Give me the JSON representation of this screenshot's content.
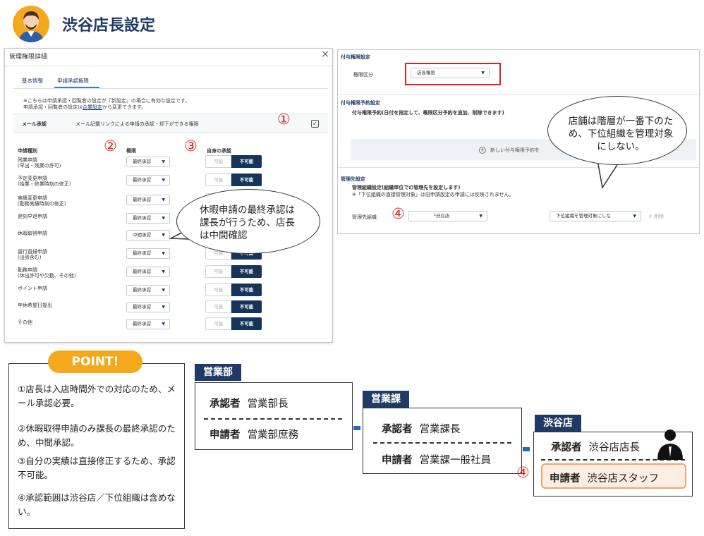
{
  "header": {
    "title": "渋谷店長設定"
  },
  "dialog": {
    "title": "管理権限詳細",
    "close": "×",
    "tabs": [
      "基本情報",
      "申請承認権限"
    ],
    "note_line1": "※こちらは申請承認・回覧者の設定が「新設定」の場合に有効な設定です。",
    "note_line2_a": "申請承認・回覧者の設定は",
    "note_line2_link": "企業設定",
    "note_line2_b": "から変更できます。",
    "mail_label": "メール承認",
    "mail_desc": "メール記載リンクによる申請の承認・却下ができる権限",
    "mail_check": "✓",
    "col_type": "申請種別",
    "col_authority": "権限",
    "col_self": "自身の承認",
    "seg_off": "可能",
    "seg_on": "不可能",
    "rows": [
      {
        "l1": "残業申請",
        "l2": "(早出・残業の許可)",
        "sel": "最終承認"
      },
      {
        "l1": "予定変更申請",
        "l2": "(始業・終業時刻の修正)",
        "sel": "最終承認"
      },
      {
        "l1": "実績変更申請",
        "l2": "(勤務実績時刻の修正)",
        "sel": "最終承認"
      },
      {
        "l1": "遅刻早退申請",
        "l2": "",
        "sel": "最終承認"
      },
      {
        "l1": "休暇取得申請",
        "l2": "",
        "sel": "中間承認"
      },
      {
        "l1": "直行直帰申請",
        "l2": "(出張含む)",
        "sel": "最終承認"
      },
      {
        "l1": "勤務申請",
        "l2": "(休出許可や欠勤、その他)",
        "sel": "最終承認"
      },
      {
        "l1": "ポイント申請",
        "l2": "",
        "sel": "最終承認"
      },
      {
        "l1": "年休希望日提出",
        "l2": "",
        "sel": "最終承認"
      },
      {
        "l1": "その他",
        "l2": "",
        "sel": "最終承認"
      }
    ]
  },
  "markers": {
    "m1": "①",
    "m2": "②",
    "m3": "③",
    "m4": "④"
  },
  "right": {
    "grant_title": "付与権限設定",
    "grant_label": "権限区分",
    "grant_value": "店長権限",
    "reserve_title": "付与権限予約設定",
    "reserve_sub": "付与権限予約(日付を指定して、権限区分予約を追加、削除できます)",
    "reserve_add": "新しい付与権限予約を",
    "mgmt_title": "管理先設定",
    "mgmt_sub": "管理組織設定(組織単位での管理先を設定します)",
    "mgmt_note": "※「下位組織の直接管理対象」は旧申請設定の申請には反映されません。",
    "mgmt_label": "管理先組織",
    "mgmt_org": "└渋谷店",
    "mgmt_sub_select": "下位組織を管理対象にしな",
    "mgmt_delete": "削除"
  },
  "bubbles": {
    "b1": "店舗は階層が一番下のため、下位組織を管理対象にしない。",
    "b2": "休暇申請の最終承認は課長が行うため、店長は中間確認"
  },
  "point": {
    "badge": "POINT!",
    "items": [
      "①店長は入店時間外での対応のため、メール承認必要。",
      "②休暇取得申請のみ課長の最終承認のため、中間承認。",
      "③自分の実績は直接修正するため、承認不可能。",
      "④承認範囲は渋谷店／下位組織は含めない。"
    ]
  },
  "orgs": [
    {
      "tag": "営業部",
      "approver_label": "承認者",
      "approver": "営業部長",
      "applicant_label": "申請者",
      "applicant": "営業部庶務"
    },
    {
      "tag": "営業課",
      "approver_label": "承認者",
      "approver": "営業課長",
      "applicant_label": "申請者",
      "applicant": "営業課一般社員"
    },
    {
      "tag": "渋谷店",
      "approver_label": "承認者",
      "approver": "渋谷店店長",
      "applicant_label": "申請者",
      "applicant": "渋谷店スタッフ"
    }
  ]
}
